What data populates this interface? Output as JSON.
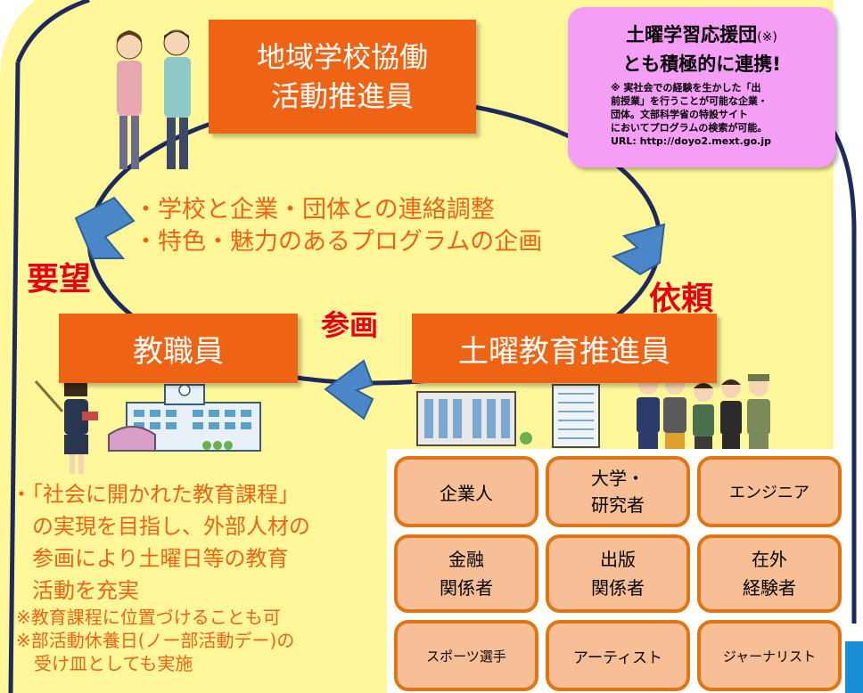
{
  "nodes": {
    "coordinator": {
      "line1": "地域学校協働",
      "line2": "活動推進員"
    },
    "teachers": {
      "label": "教職員"
    },
    "saturday_promoter": {
      "label": "土曜教育推進員"
    }
  },
  "arrows": {
    "request_up": "要望",
    "participate": "参画",
    "request_down": "依頼"
  },
  "roles": [
    "・学校と企業・団体との連絡調整",
    "・特色・魅力のあるプログラムの企画"
  ],
  "partner_box": {
    "title_line1": "土曜学習応援団",
    "title_mark": "(※)",
    "title_line2": "とも積極的に連携!",
    "note_lines": [
      "※ 実社会での経験を生かした「出",
      "前授業」を行うことが可能な企業・",
      "団体。文部科学省の特設サイト",
      "においてプログラムの検索が可能。",
      "URL: http://doyo2.mext.go.jp"
    ]
  },
  "description": {
    "line1": "・「社会に開かれた教育課程」",
    "line2": "の実現を目指し、外部人材の",
    "line3": "参画により土曜日等の教育",
    "line4": "活動を充実"
  },
  "notes": {
    "line1": "※教育課程に位置づけることも可",
    "line2": "※部活動休養日(ノー部活動デー)の",
    "line3": "受け皿としても実施"
  },
  "external_talent": [
    {
      "line1": "企業人",
      "line2": ""
    },
    {
      "line1": "大学・",
      "line2": "研究者"
    },
    {
      "line1": "エンジニア",
      "line2": ""
    },
    {
      "line1": "金融",
      "line2": "関係者"
    },
    {
      "line1": "出版",
      "line2": "関係者"
    },
    {
      "line1": "在外",
      "line2": "経験者"
    },
    {
      "line1": "スポーツ選手",
      "line2": ""
    },
    {
      "line1": "アーティスト",
      "line2": ""
    },
    {
      "line1": "ジャーナリスト",
      "line2": ""
    }
  ],
  "icons": [
    "staff-pair-icon",
    "teacher-icon",
    "school-building-icon",
    "office-building-icon",
    "office-tower-icon",
    "professionals-group-icon"
  ],
  "colors": {
    "background": "#fff799",
    "accent_orange": "#ee6414",
    "cycle_navy": "#1f2a5c",
    "arrow_blue": "#4a86c8",
    "label_red": "#e60012",
    "partner_pink": "#f59ef5",
    "cell_fill": "#f8be95"
  }
}
